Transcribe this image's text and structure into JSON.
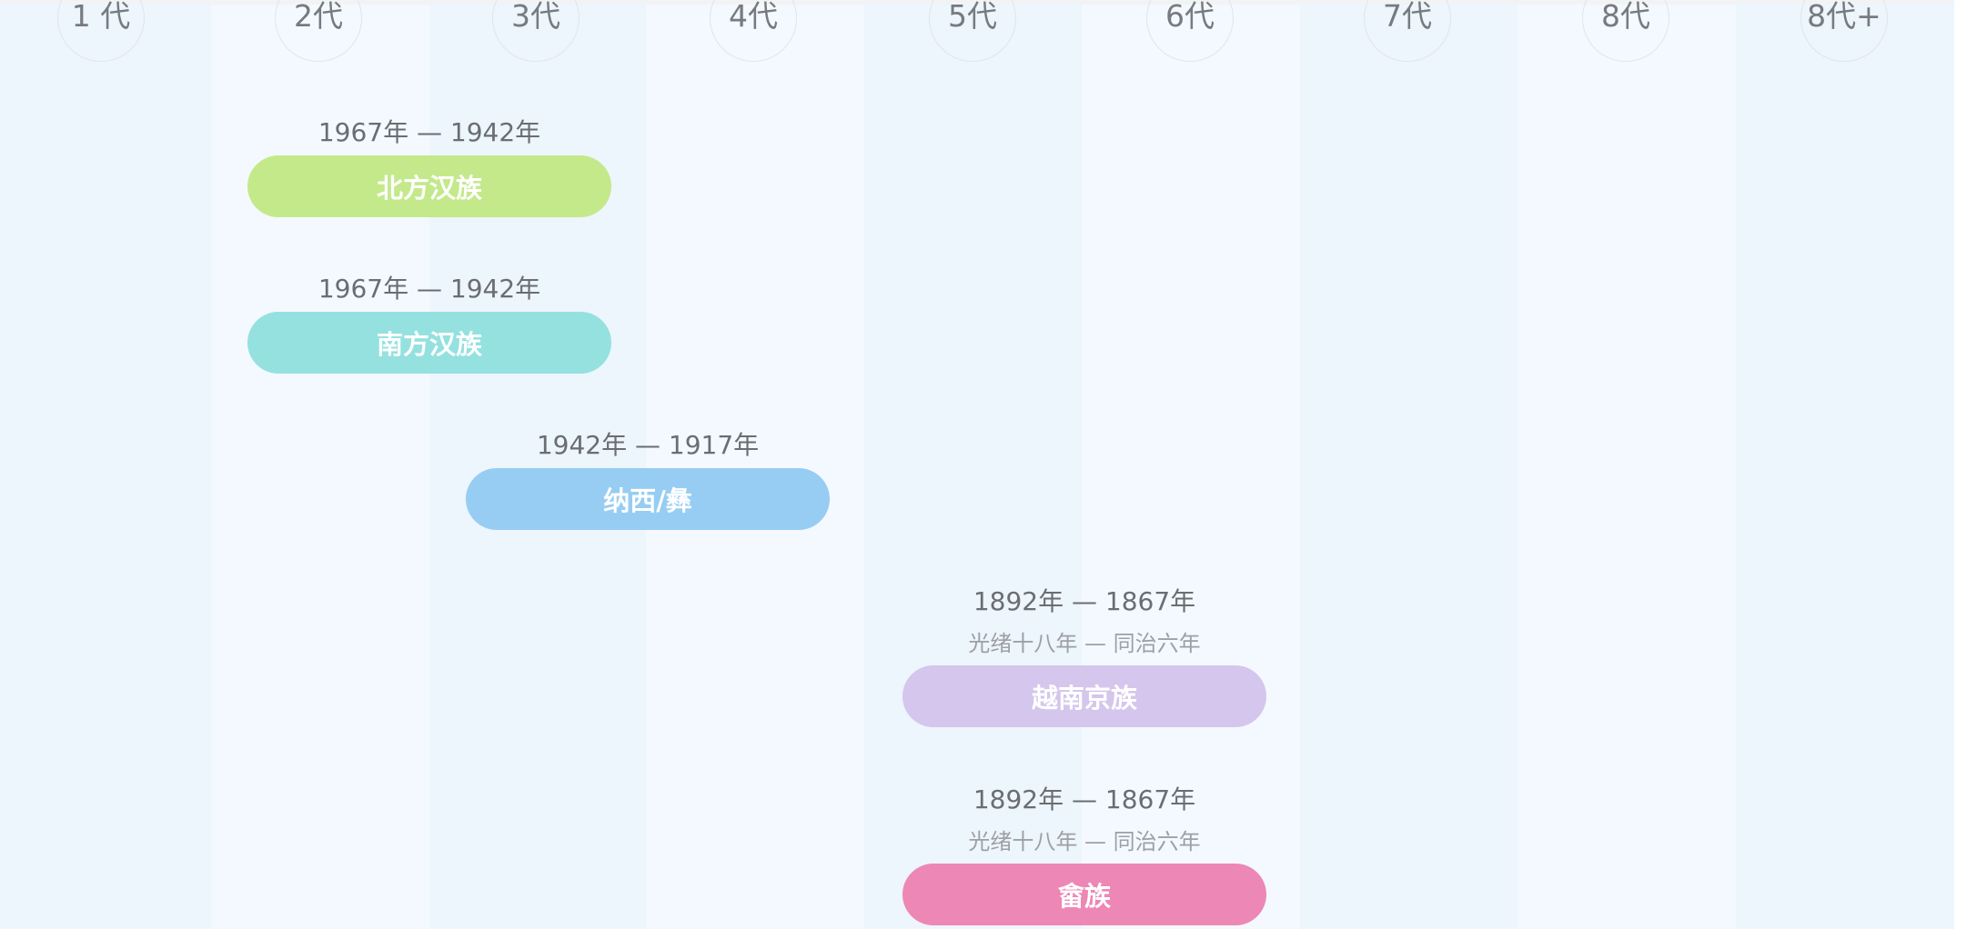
{
  "generations": [
    "1 代",
    "2代",
    "3代",
    "4代",
    "5代",
    "6代",
    "7代",
    "8代",
    "8代+"
  ],
  "entries": [
    {
      "years": "1967年 — 1942年",
      "reign": "",
      "label": "北方汉族",
      "color": "#c4e98b"
    },
    {
      "years": "1967年 — 1942年",
      "reign": "",
      "label": "南方汉族",
      "color": "#94e1e0"
    },
    {
      "years": "1942年 — 1917年",
      "reign": "",
      "label": "纳西/彝",
      "color": "#97cdf2"
    },
    {
      "years": "1892年 — 1867年",
      "reign": "光绪十八年 — 同治六年",
      "label": "越南京族",
      "color": "#d4c6ec"
    },
    {
      "years": "1892年 — 1867年",
      "reign": "光绪十八年 — 同治六年",
      "label": "畲族",
      "color": "#ed87b6"
    }
  ],
  "colors": {
    "column_dark": "#edf5fd",
    "column_light": "#f4f9ff"
  }
}
